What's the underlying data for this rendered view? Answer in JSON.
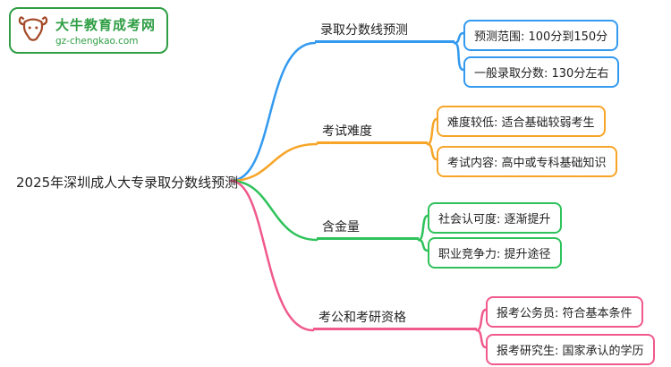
{
  "logo": {
    "title": "大牛教育成考网",
    "subtitle": "gz-chengkao.com",
    "color": "#2f9e44"
  },
  "root": {
    "label": "2025年深圳成人大专录取分数线预测"
  },
  "branches": [
    {
      "label": "录取分数线预测",
      "color": "#339af0",
      "children": [
        "预测范围: 100分到150分",
        "一般录取分数: 130分左右"
      ]
    },
    {
      "label": "考试难度",
      "color": "#f7a528",
      "children": [
        "难度较低: 适合基础较弱考生",
        "考试内容: 高中或专科基础知识"
      ]
    },
    {
      "label": "含金量",
      "color": "#2fc25b",
      "children": [
        "社会认可度: 逐渐提升",
        "职业竞争力: 提升途径"
      ]
    },
    {
      "label": "考公和考研资格",
      "color": "#f0598c",
      "children": [
        "报考公务员: 符合基本条件",
        "报考研究生: 国家承认的学历"
      ]
    }
  ]
}
